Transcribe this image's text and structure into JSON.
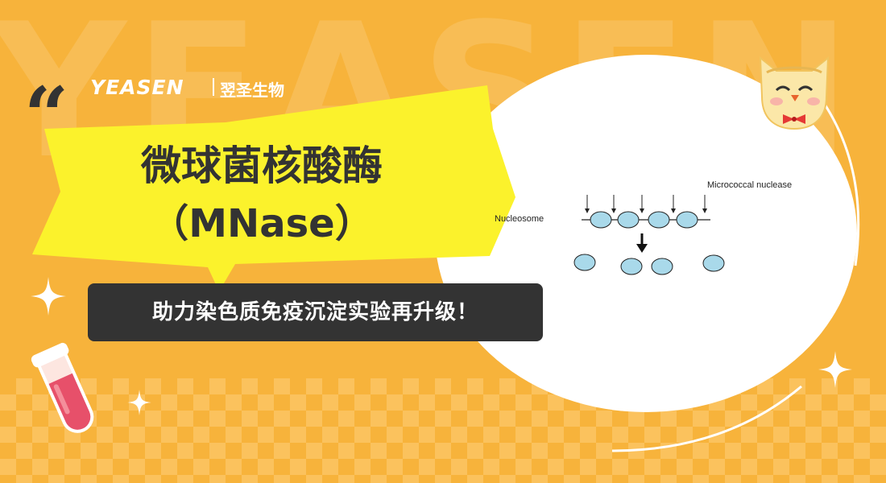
{
  "watermark": {
    "text": "YEASEN"
  },
  "logo": {
    "brand": "YEASEN",
    "chinese": "翌圣生物"
  },
  "quote_mark": "“",
  "title": {
    "line1": "微球菌核酸酶",
    "line2": "（MNase）"
  },
  "subtitle": "助力染色质免疫沉淀实验再升级！",
  "diagram": {
    "enzyme_label": "Micrococcal nuclease",
    "nucleosome_label": "Nucleosome"
  },
  "colors": {
    "background": "#f7b33b",
    "highlight": "#fbf22c",
    "dark": "#333333",
    "nucleosome": "#a9d9ea"
  },
  "icons": [
    "sparkle-icon",
    "test-tube-icon",
    "owl-mascot-icon",
    "quote-icon"
  ]
}
